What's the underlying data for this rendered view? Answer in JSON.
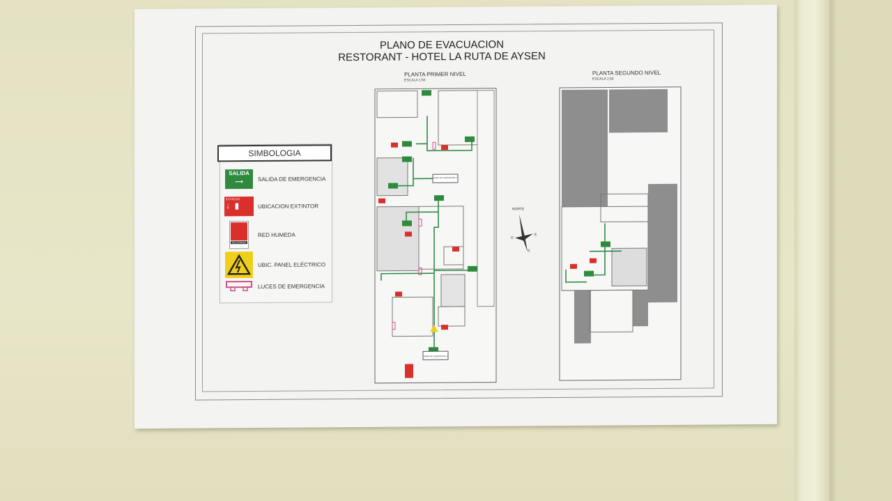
{
  "poster": {
    "title": "PLANO DE EVACUACION",
    "subtitle": "RESTORANT - HOTEL LA RUTA DE AYSEN",
    "floor1": {
      "label": "PLANTA PRIMER NIVEL",
      "scale": "ESCALA 1:50",
      "zones": [
        "ZONA DE SEGURIDAD 1",
        "ZONA DE SEGURIDAD 2"
      ]
    },
    "floor2": {
      "label": "PLANTA SEGUNDO NIVEL",
      "scale": "ESCALA 1:50"
    },
    "compass": {
      "north": "NORTE",
      "west": "O",
      "east": "E",
      "south": "S"
    },
    "legend": {
      "title": "SIMBOLOGIA",
      "items": [
        {
          "icon": "exit-sign-icon",
          "icon_text": "SALIDA",
          "label": "SALIDA DE EMERGENCIA"
        },
        {
          "icon": "extinguisher-icon",
          "icon_text": "EXTINTOR",
          "label": "UBICACION EXTINTOR"
        },
        {
          "icon": "fire-hose-icon",
          "icon_text": "RED HUMEDA",
          "label": "RED HUMEDA"
        },
        {
          "icon": "electrical-hazard-icon",
          "label": "UBIC. PANEL ELÉCTRICO"
        },
        {
          "icon": "emergency-light-icon",
          "label": "LUCES DE EMERGENCIA"
        }
      ]
    },
    "colors": {
      "exit": "#2f8a3e",
      "extinguisher": "#d9302c",
      "hazard": "#f0cf1a",
      "light": "#d0508a",
      "route": "#2e8b45"
    }
  }
}
